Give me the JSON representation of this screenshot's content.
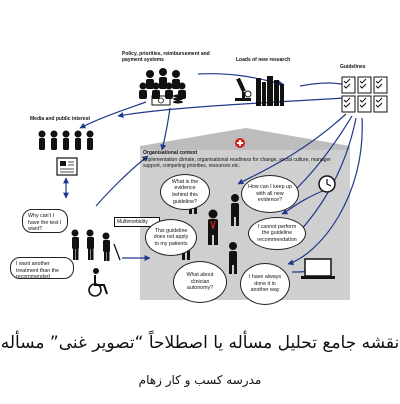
{
  "labels": {
    "policy": "Policy, priorities, reimbursement and payment systems",
    "research": "Loads of new research",
    "guidelines": "Guidelines",
    "media": "Media and public interest",
    "org_title": "Organisational context",
    "org_body": "Implementation climate, organisational readiness for change, social culture, manager support, competing priorities, resources etc.",
    "multimorbidity": "Multimorbidity"
  },
  "bubbles": {
    "why_cant": "Why can't I have the test I want?",
    "another_treatment": "I want another treatment than the recommended",
    "evidence": "What is the evidence behind this guideline?",
    "keep_up": "How can I keep up with all new evidence?",
    "not_apply": "This guideline does not apply to my patients",
    "cannot_perform": "I cannot perform the guideline recommendation",
    "autonomy": "What about clinician autonomy?",
    "always_done": "I have always done it in another way"
  },
  "footer": {
    "title": "نقشه جامع تحلیل مسأله یا اصطلاحاً “تصویر غنی” مسأله",
    "subtitle": "مدرسه کسب و کار زهام"
  },
  "colors": {
    "arrow": "#1f3a8a",
    "building": "#c9c9c9",
    "red_cross": "#d62020",
    "ink": "#111111"
  },
  "icons": [
    "money-icon",
    "books-icon",
    "microscope-icon",
    "checklist-icon",
    "newspaper-icon",
    "clock-icon",
    "laptop-icon",
    "wheelchair-icon",
    "group-icon",
    "red-cross-icon"
  ]
}
